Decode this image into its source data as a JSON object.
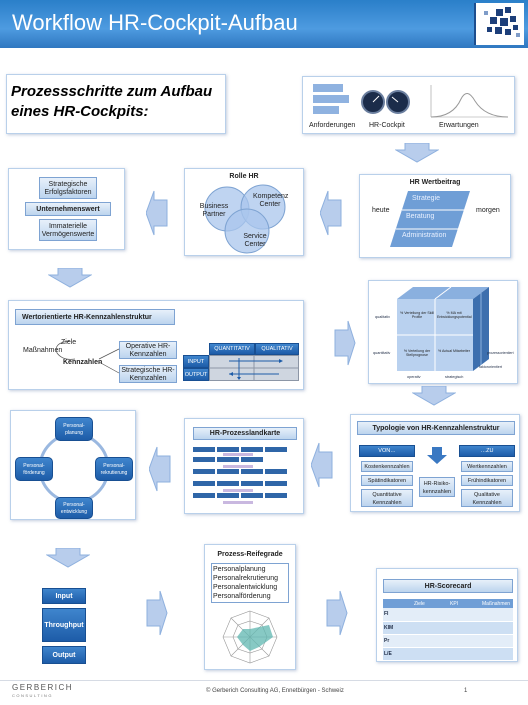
{
  "header": {
    "title": "Workflow HR-Cockpit-Aufbau"
  },
  "intro": {
    "title_line1": "Prozessschritte zum Aufbau",
    "title_line2": "eines HR-Cockpits:"
  },
  "panel1": {
    "labels": [
      "Anforderungen",
      "HR-Cockpit",
      "Erwartungen"
    ]
  },
  "rolle": {
    "title": "Rolle HR",
    "circles": [
      "Business Partner",
      "Kompetenz Center",
      "Service Center"
    ]
  },
  "wertbeitrag": {
    "title": "HR Wertbeitrag",
    "heute": "heute",
    "morgen": "morgen",
    "steps": [
      "Strategie",
      "Beratung",
      "Administration"
    ]
  },
  "werte": {
    "items": [
      "Strategische Erfolgsfaktoren",
      "Unternehmenswert",
      "Immaterielle Vermögenswerte"
    ]
  },
  "struktur": {
    "title": "Wertorientierte HR-Kennzahlenstruktur",
    "ziele": "Ziele",
    "massnahmen": "Maßnahmen",
    "kennzahlen": "Kennzahlen",
    "operative": "Operative HR-Kennzahlen",
    "strategische": "Strategische HR- Kennzahlen",
    "quantitativ": "QUANTITATIV",
    "qualitativ": "QUALITATIV",
    "input": "INPUT",
    "output": "OUTPUT"
  },
  "cube": {
    "cells": [
      "% Verteilung der Skill Profile",
      "% MA mit Entwicklungspotential",
      "% Verteilung der Stellprognose",
      "% Actual Mitarbeiter"
    ],
    "labels": [
      "qualitativ",
      "quantitativ",
      "operativ",
      "strategisch",
      "prozessorientiert",
      "faktororientiert"
    ]
  },
  "personal": {
    "items": [
      "Personal- planung",
      "Personal- förderung",
      "Personal- rekrutierung",
      "Personal- entwicklung"
    ]
  },
  "landkarte": {
    "title": "HR-Prozesslandkarte"
  },
  "typologie": {
    "title": "Typologie von HR-Kennzahlenstruktur",
    "von": "VON…",
    "zu": "…ZU",
    "left": [
      "Kostenkennzahlen",
      "Spätindikatoren",
      "Quantitative Kennzahlen"
    ],
    "middle": "HR-Risiko- kennzahlen",
    "right": [
      "Wertkennzahlen",
      "Frühindikatoren",
      "Qualitative Kennzahlen"
    ]
  },
  "flow": {
    "items": [
      "Input",
      "Throughput",
      "Output"
    ]
  },
  "reifegrade": {
    "title": "Prozess-Reifegrade",
    "items": [
      "Personalplanung",
      "Personalrekrutierung",
      "Personalentwicklung",
      "Personalförderung"
    ]
  },
  "scorecard": {
    "title": "HR-Scorecard",
    "columns": [
      "",
      "Ziele",
      "KPI",
      "Maßnahmen"
    ],
    "rows": [
      "FI",
      "KIM",
      "Pr",
      "L/E"
    ]
  },
  "footer": {
    "company_line1": "GERBERICH",
    "company_line2": "CONSULTING",
    "copyright": "© Gerberich Consulting AG, Ennetbürgen - Schweiz",
    "page": "1"
  },
  "colors": {
    "header": "#2a7fc9",
    "accent": "#1d5ca8",
    "arrow": "#b8cdec"
  }
}
